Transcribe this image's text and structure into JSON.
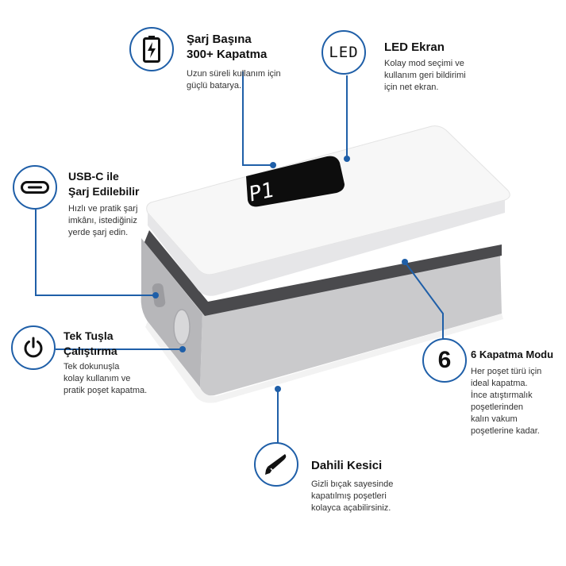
{
  "features": {
    "battery": {
      "title": "Şarj Başına\n300+ Kapatma",
      "desc": "Uzun süreli kullanım için\ngüçlü batarya.",
      "icon": "battery-icon"
    },
    "led": {
      "title": "LED Ekran",
      "desc": "Kolay mod seçimi ve\nkullanım geri bildirimi\niçin net ekran.",
      "icon_text": "LED"
    },
    "usbc": {
      "title": "USB-C ile\nŞarj Edilebilir",
      "desc": "Hızlı ve pratik şarj\nimkânı, istediğiniz\nyerde şarj edin.",
      "icon": "usb-c-port-icon"
    },
    "button": {
      "title": "Tek Tuşla\nÇalıştırma",
      "desc": "Tek dokunuşla\nkolay kullanım ve\npratik poşet kapatma.",
      "icon": "power-icon"
    },
    "modes": {
      "title": "6 Kapatma Modu",
      "desc": "Her poşet türü için\nideal kapatma.\nİnce atıştırmalık\npoşetlerinden\nkalın vakum\npoşetlerine kadar.",
      "icon_text": "6"
    },
    "cutter": {
      "title": "Dahili Kesici",
      "desc": "Gizli bıçak sayesinde\nkapatılmış poşetleri\nkolayca açabilirsiniz.",
      "icon": "knife-icon"
    }
  },
  "device": {
    "display_text": "P1"
  },
  "colors": {
    "accent": "#1f5fa8",
    "body": "#c9c9cb",
    "lid": "#f6f6f6",
    "screen": "#0d0d0d"
  }
}
